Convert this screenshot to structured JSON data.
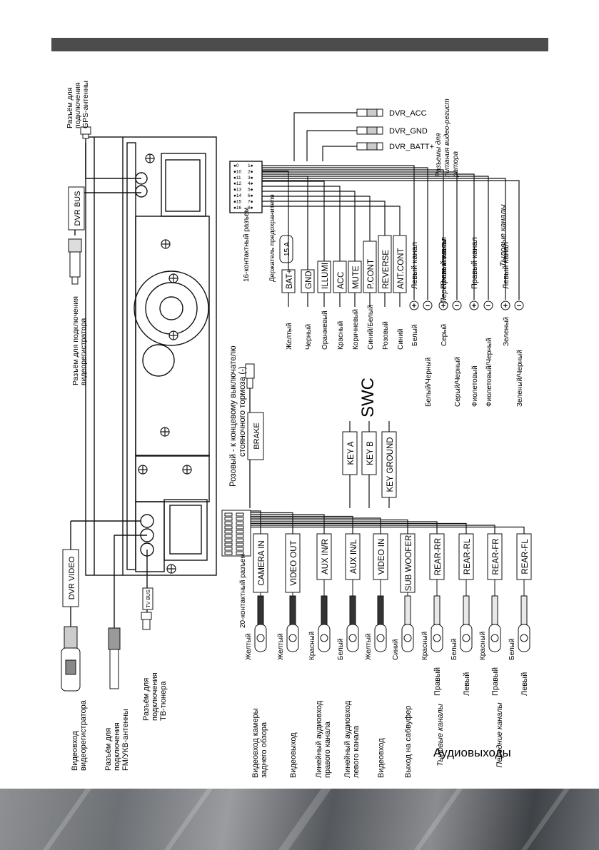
{
  "antennas": {
    "gps": "Разъём для подключения GPS-антенны",
    "dvr_connect": "Разъём для подключения видеорегистратора",
    "fm": "Разъём для подключения FM/УКВ-антенны",
    "tv": "Разъём для подключения ТВ-тюнера",
    "dvr_video_in": "Видеовход видеорегистратора",
    "dvr_bus": "DVR BUS",
    "dvr_video": "DVR VIDEO",
    "tv_bus": "TV BUS"
  },
  "dvr_power": {
    "acc": "DVR_ACC",
    "gnd": "DVR_GND",
    "batt": "DVR_BATT+",
    "caption": "Разъемы для питания видео-регистратора"
  },
  "connector16": {
    "caption": "16-контактный разъем",
    "fuse_caption": "Держатель предохранителя",
    "fuse": "15 A",
    "pins": [
      "0",
      "1",
      "10",
      "2",
      "11",
      "3",
      "12",
      "4",
      "13",
      "5",
      "14",
      "6",
      "15",
      "7",
      "16",
      "8"
    ],
    "wires": [
      {
        "label": "BAT+",
        "color": "Желтый"
      },
      {
        "label": "GND",
        "color": "Черный"
      },
      {
        "label": "ILLUMI",
        "color": "Оранжевый"
      },
      {
        "label": "ACC",
        "color": "Красный"
      },
      {
        "label": "MUTE",
        "color": "Коричневый"
      },
      {
        "label": "P.CONT",
        "color": "Синий/Белый"
      },
      {
        "label": "REVERSE",
        "color": "Розовый"
      },
      {
        "label": "ANT.CONT",
        "color": "Синий"
      }
    ],
    "speakers": [
      {
        "sign": "+",
        "color": "Белый",
        "name": "Левый канал"
      },
      {
        "sign": "−",
        "color": "Белый/Черный",
        "name": ""
      },
      {
        "sign": "+",
        "color": "Серый",
        "name": "Правый канал"
      },
      {
        "sign": "−",
        "color": "Серый/Черный",
        "name": ""
      },
      {
        "sign": "+",
        "color": "Фиолетовый",
        "name": "Правый канал"
      },
      {
        "sign": "−",
        "color": "Фиолетовый/Черный",
        "name": ""
      },
      {
        "sign": "+",
        "color": "Зеленый",
        "name": "Левый канал"
      },
      {
        "sign": "−",
        "color": "Зеленый/Черный",
        "name": ""
      }
    ],
    "group_front": "Передние каналы",
    "group_rear": "Тыловые каналы"
  },
  "brake": {
    "label": "BRAKE",
    "caption_line1": "Розовый - к концевому выключателю",
    "caption_line2": "стояночного тормоза (-)"
  },
  "swc": {
    "title": "SWC",
    "keys": [
      "KEY A",
      "KEY B",
      "KEY GROUND"
    ]
  },
  "connector20": {
    "caption": "20-контактный разъем",
    "outputs": [
      {
        "label": "CAMERA IN",
        "color": "Желтый",
        "desc": "Видеовход камеры заднего обзора"
      },
      {
        "label": "VIDEO OUT",
        "color": "Желтый",
        "desc": "Видеовыход"
      },
      {
        "label": "AUX IN/R",
        "color": "Красный",
        "desc": "Линейный аудиовход правого канала"
      },
      {
        "label": "AUX IN/L",
        "color": "Белый",
        "desc": "Линейный аудиовход левого канала"
      },
      {
        "label": "VIDEO IN",
        "color": "Желтый",
        "desc": "Видеовход"
      },
      {
        "label": "SUB WOOFER",
        "color": "Синий",
        "desc": "Выход на сабвуфер"
      },
      {
        "label": "REAR-RR",
        "color": "Красный",
        "desc": "Правый"
      },
      {
        "label": "REAR-RL",
        "color": "Белый",
        "desc": "Левый"
      },
      {
        "label": "REAR-FR",
        "color": "Красный",
        "desc": "Правый"
      },
      {
        "label": "REAR-FL",
        "color": "Белый",
        "desc": "Левый"
      }
    ],
    "rear_group": "Тыловые каналы",
    "front_group": "Передние каналы",
    "audio_title": "Аудиовыходы"
  }
}
